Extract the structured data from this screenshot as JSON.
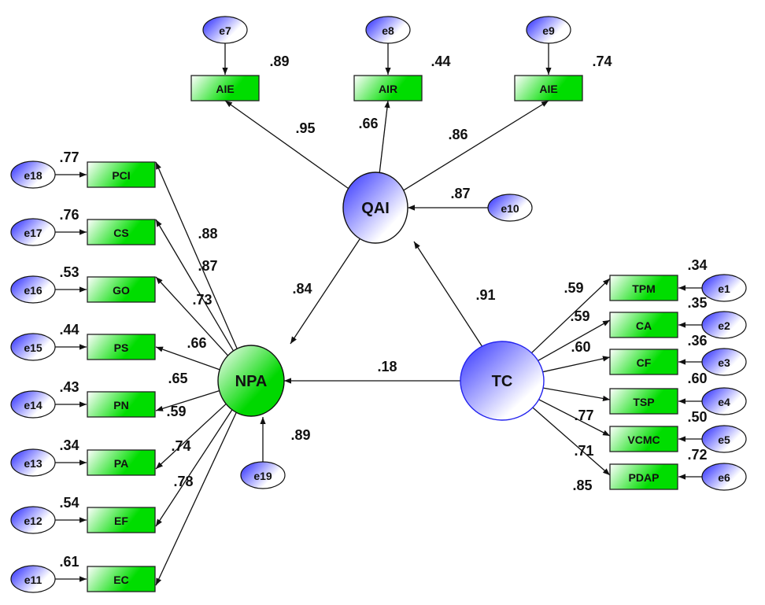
{
  "diagram": {
    "title": "Structural equation model path diagram",
    "colors": {
      "observed_gradient_start": "#ffffff",
      "observed_gradient_end": "#00dd00",
      "error_gradient_start": "#4444ff",
      "error_gradient_end": "#ffffff",
      "latent_blue_start": "#3333ff",
      "latent_green_end": "#00cc00",
      "tc_outline": "#2222ee",
      "line": "#111111"
    },
    "latents": [
      {
        "id": "QAI",
        "label": "QAI",
        "style": "blue"
      },
      {
        "id": "NPA",
        "label": "NPA",
        "style": "green"
      },
      {
        "id": "TC",
        "label": "TC",
        "style": "blue-outline"
      }
    ],
    "structural_paths": [
      {
        "from": "QAI",
        "to": "NPA",
        "coef": ".84"
      },
      {
        "from": "TC",
        "to": "QAI",
        "coef": ".91"
      },
      {
        "from": "TC",
        "to": "NPA",
        "coef": ".18"
      }
    ],
    "latent_errors": [
      {
        "id": "e10",
        "label": "e10",
        "target": "QAI",
        "r2": ".87"
      },
      {
        "id": "e19",
        "label": "e19",
        "target": "NPA",
        "r2": ".89"
      }
    ],
    "qai_indicators": [
      {
        "label": "AIE",
        "error": "e7",
        "loading": ".95",
        "r2": ".89"
      },
      {
        "label": "AIR",
        "error": "e8",
        "loading": ".66",
        "r2": ".44"
      },
      {
        "label": "AIE",
        "error": "e9",
        "loading": ".86",
        "r2": ".74"
      }
    ],
    "npa_indicators": [
      {
        "label": "PCI",
        "error": "e18",
        "loading": ".88",
        "r2": ".77"
      },
      {
        "label": "CS",
        "error": "e17",
        "loading": ".87",
        "r2": ".76"
      },
      {
        "label": "GO",
        "error": "e16",
        "loading": ".73",
        "r2": ".53"
      },
      {
        "label": "PS",
        "error": "e15",
        "loading": ".66",
        "r2": ".44"
      },
      {
        "label": "PN",
        "error": "e14",
        "loading": ".65",
        "r2": ".43"
      },
      {
        "label": "PA",
        "error": "e13",
        "loading": ".59",
        "r2": ".34"
      },
      {
        "label": "EF",
        "error": "e12",
        "loading": ".74",
        "r2": ".54"
      },
      {
        "label": "EC",
        "error": "e11",
        "loading": ".78",
        "r2": ".61"
      }
    ],
    "tc_indicators": [
      {
        "label": "TPM",
        "error": "e1",
        "loading": ".59",
        "r2": ".34"
      },
      {
        "label": "CA",
        "error": "e2",
        "loading": ".59",
        "r2": ".35"
      },
      {
        "label": "CF",
        "error": "e3",
        "loading": ".60",
        "r2": ".36"
      },
      {
        "label": "TSP",
        "error": "e4",
        "loading": ".77",
        "r2": ".60"
      },
      {
        "label": "VCMC",
        "error": "e5",
        "loading": ".71",
        "r2": ".50"
      },
      {
        "label": "PDAP",
        "error": "e6",
        "loading": ".85",
        "r2": ".72"
      }
    ]
  }
}
